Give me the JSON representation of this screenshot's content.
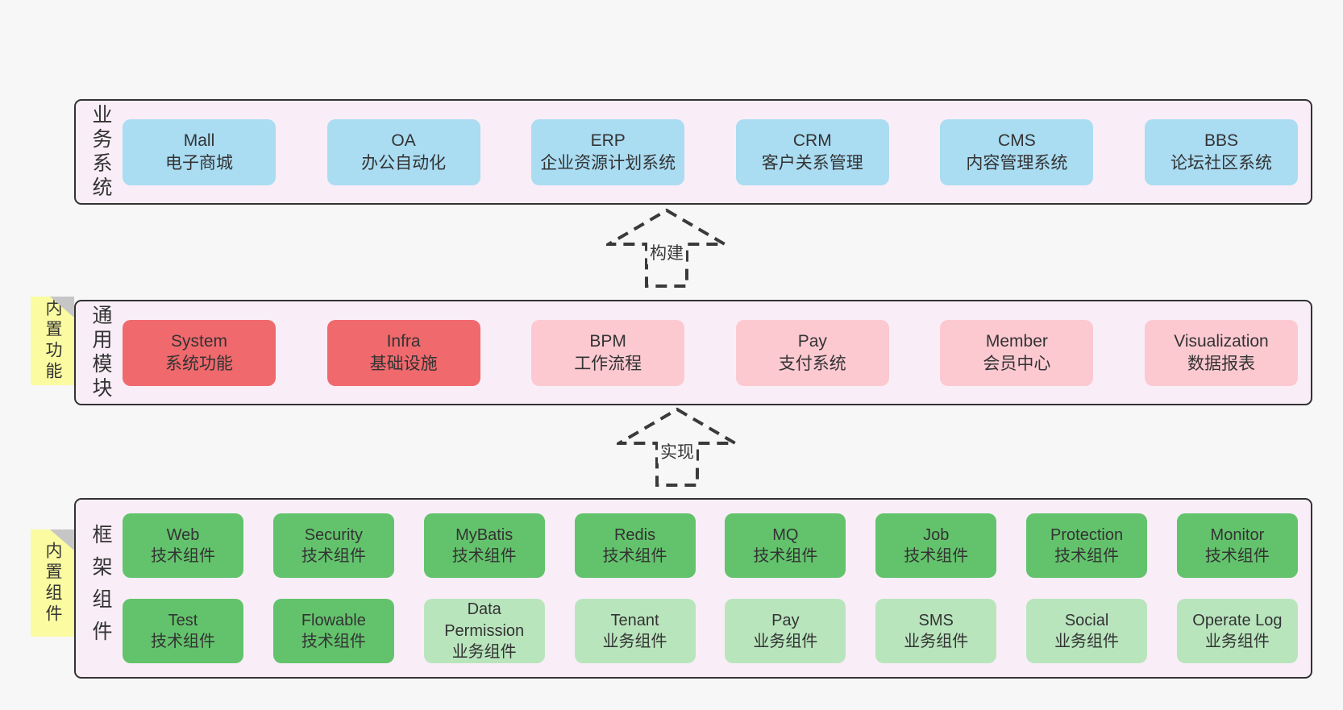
{
  "colors": {
    "page_bg": "#f7f7f7",
    "container_bg": "#f9eef7",
    "container_border": "#333333",
    "blue_box": "#aadcf2",
    "red_box": "#f0696d",
    "pink_box": "#fcc9d1",
    "green_box": "#63c36c",
    "light_green_box": "#b9e5bd",
    "tag_bg": "#fbfba2",
    "tag_fold": "#c6c6c6",
    "text": "#333333"
  },
  "arrows": [
    {
      "label": "构建"
    },
    {
      "label": "实现"
    }
  ],
  "sections": {
    "business": {
      "label": "业务系统",
      "items": [
        {
          "name": "Mall",
          "desc": "电子商城"
        },
        {
          "name": "OA",
          "desc": "办公自动化"
        },
        {
          "name": "ERP",
          "desc": "企业资源计划系统"
        },
        {
          "name": "CRM",
          "desc": "客户关系管理"
        },
        {
          "name": "CMS",
          "desc": "内容管理系统"
        },
        {
          "name": "BBS",
          "desc": "论坛社区系统"
        }
      ]
    },
    "modules": {
      "label": "通用模块",
      "tag": "内置功能",
      "items": [
        {
          "name": "System",
          "desc": "系统功能"
        },
        {
          "name": "Infra",
          "desc": "基础设施"
        },
        {
          "name": "BPM",
          "desc": "工作流程"
        },
        {
          "name": "Pay",
          "desc": "支付系统"
        },
        {
          "name": "Member",
          "desc": "会员中心"
        },
        {
          "name": "Visualization",
          "desc": "数据报表"
        }
      ]
    },
    "components": {
      "label": "框架组件",
      "tag": "内置组件",
      "rows": [
        [
          {
            "name": "Web",
            "desc": "技术组件"
          },
          {
            "name": "Security",
            "desc": "技术组件"
          },
          {
            "name": "MyBatis",
            "desc": "技术组件"
          },
          {
            "name": "Redis",
            "desc": "技术组件"
          },
          {
            "name": "MQ",
            "desc": "技术组件"
          },
          {
            "name": "Job",
            "desc": "技术组件"
          },
          {
            "name": "Protection",
            "desc": "技术组件"
          },
          {
            "name": "Monitor",
            "desc": "技术组件"
          }
        ],
        [
          {
            "name": "Test",
            "desc": "技术组件"
          },
          {
            "name": "Flowable",
            "desc": "技术组件"
          },
          {
            "name": "Data Permission",
            "desc": "业务组件"
          },
          {
            "name": "Tenant",
            "desc": "业务组件"
          },
          {
            "name": "Pay",
            "desc": "业务组件"
          },
          {
            "name": "SMS",
            "desc": "业务组件"
          },
          {
            "name": "Social",
            "desc": "业务组件"
          },
          {
            "name": "Operate Log",
            "desc": "业务组件"
          }
        ]
      ]
    }
  }
}
